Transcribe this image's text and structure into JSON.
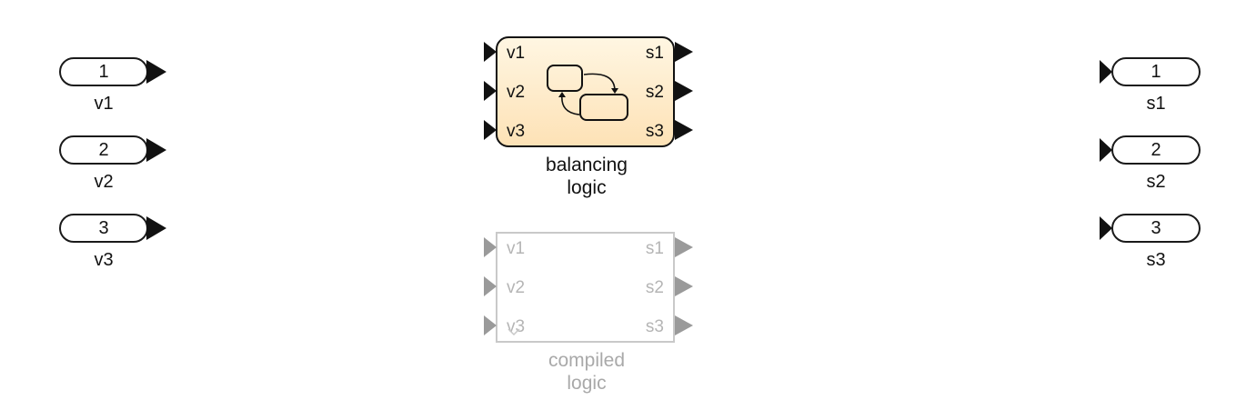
{
  "inports": [
    {
      "number": "1",
      "label": "v1"
    },
    {
      "number": "2",
      "label": "v2"
    },
    {
      "number": "3",
      "label": "v3"
    }
  ],
  "outports": [
    {
      "number": "1",
      "label": "s1"
    },
    {
      "number": "2",
      "label": "s2"
    },
    {
      "number": "3",
      "label": "s3"
    }
  ],
  "balancing_block": {
    "name_line1": "balancing",
    "name_line2": "logic",
    "inputs": [
      "v1",
      "v2",
      "v3"
    ],
    "outputs": [
      "s1",
      "s2",
      "s3"
    ],
    "icon": "stateflow-chart-icon",
    "fill_color": "#fde9c5"
  },
  "compiled_block": {
    "name_line1": "compiled",
    "name_line2": "logic",
    "inputs": [
      "v1",
      "v2",
      "v3"
    ],
    "outputs": [
      "s1",
      "s2",
      "s3"
    ],
    "state": "commented out"
  }
}
